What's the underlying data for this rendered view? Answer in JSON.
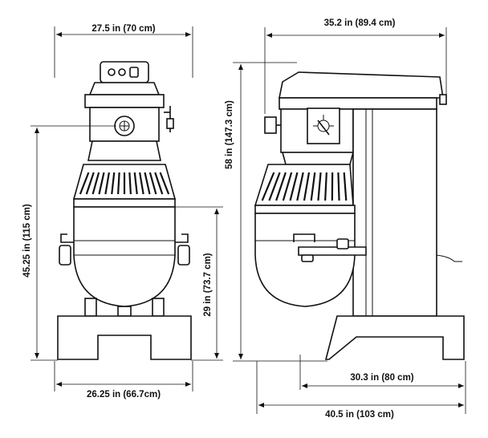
{
  "dimensions": {
    "front_width_top": "27.5 in (70 cm)",
    "side_depth_top": "35.2 in (89.4 cm)",
    "side_height_total": "58 in (147.3 cm)",
    "front_height_shaft": "45.25 in (115 cm)",
    "front_height_bowl": "29 in (73.7 cm)",
    "front_base_width": "26.25 in (66.7cm)",
    "side_base_depth": "30.3 in (80 cm)",
    "side_overall_depth": "40.5 in (103 cm)"
  },
  "colors": {
    "line": "#111111",
    "background": "#ffffff"
  }
}
